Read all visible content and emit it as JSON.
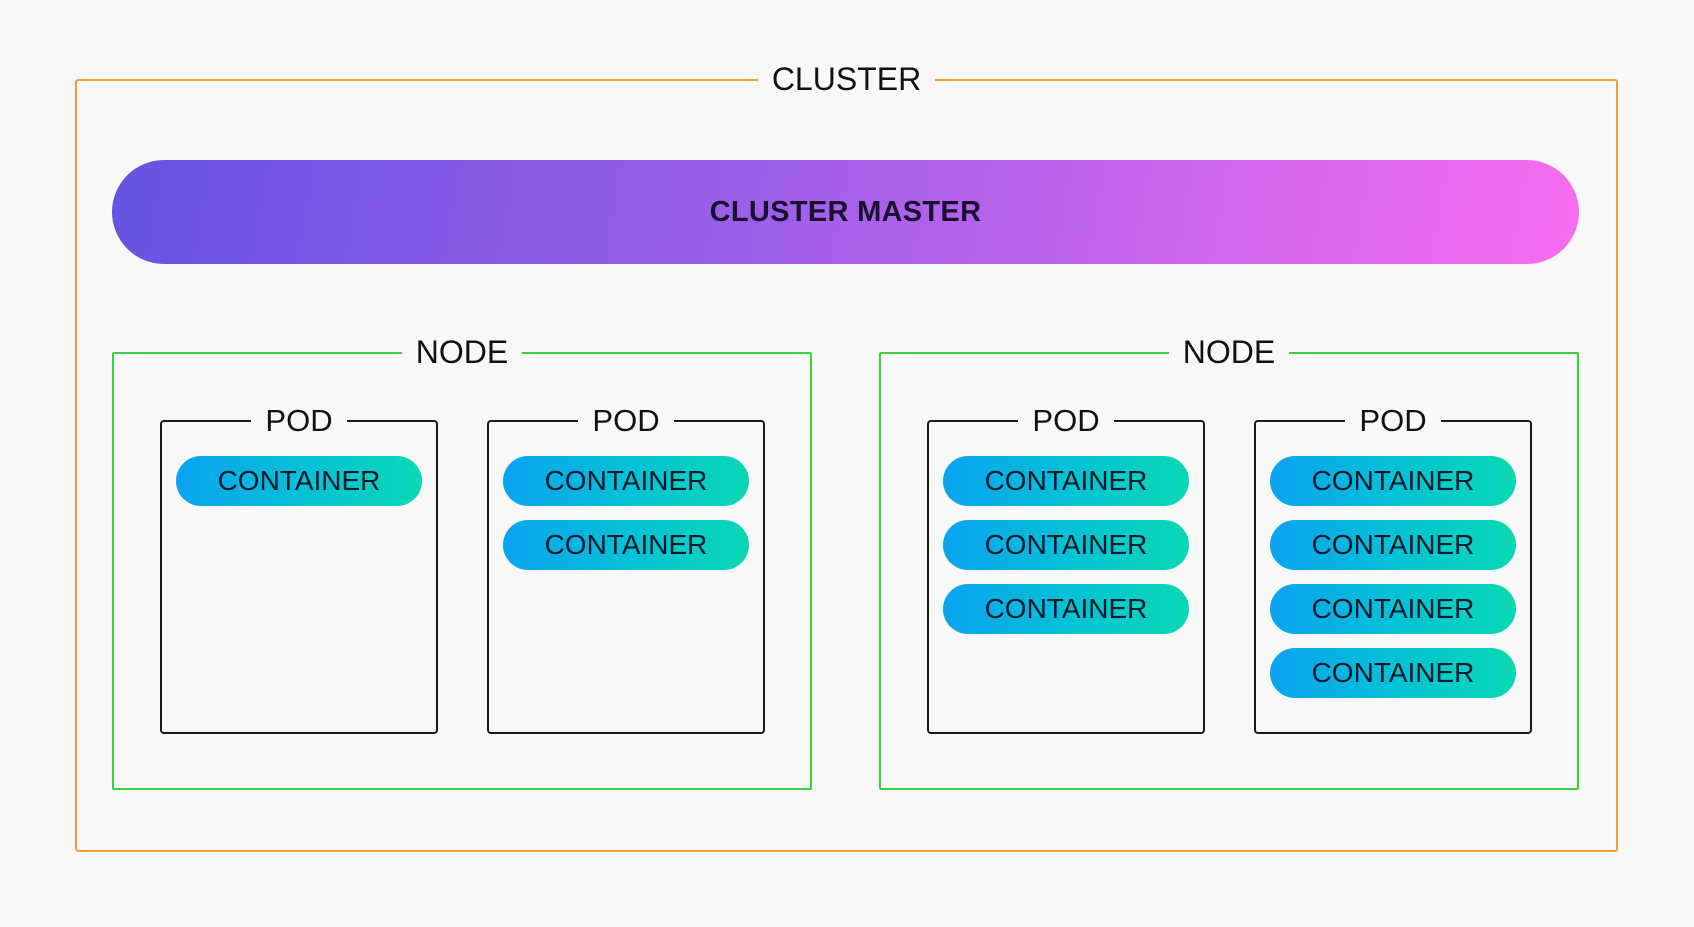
{
  "cluster": {
    "label": "CLUSTER",
    "master_label": "CLUSTER MASTER"
  },
  "nodes": [
    {
      "label": "NODE",
      "pods": [
        {
          "label": "POD",
          "containers": [
            "CONTAINER"
          ]
        },
        {
          "label": "POD",
          "containers": [
            "CONTAINER",
            "CONTAINER"
          ]
        }
      ]
    },
    {
      "label": "NODE",
      "pods": [
        {
          "label": "POD",
          "containers": [
            "CONTAINER",
            "CONTAINER",
            "CONTAINER"
          ]
        },
        {
          "label": "POD",
          "containers": [
            "CONTAINER",
            "CONTAINER",
            "CONTAINER",
            "CONTAINER"
          ]
        }
      ]
    }
  ],
  "colors": {
    "cluster_border": "#f5a033",
    "node_border": "#3ad13a",
    "pod_border": "#1a1a1a",
    "master_gradient": [
      "#6553e0",
      "#f86df0"
    ],
    "container_gradient": [
      "#0aa3f0",
      "#0ad8b4"
    ]
  }
}
